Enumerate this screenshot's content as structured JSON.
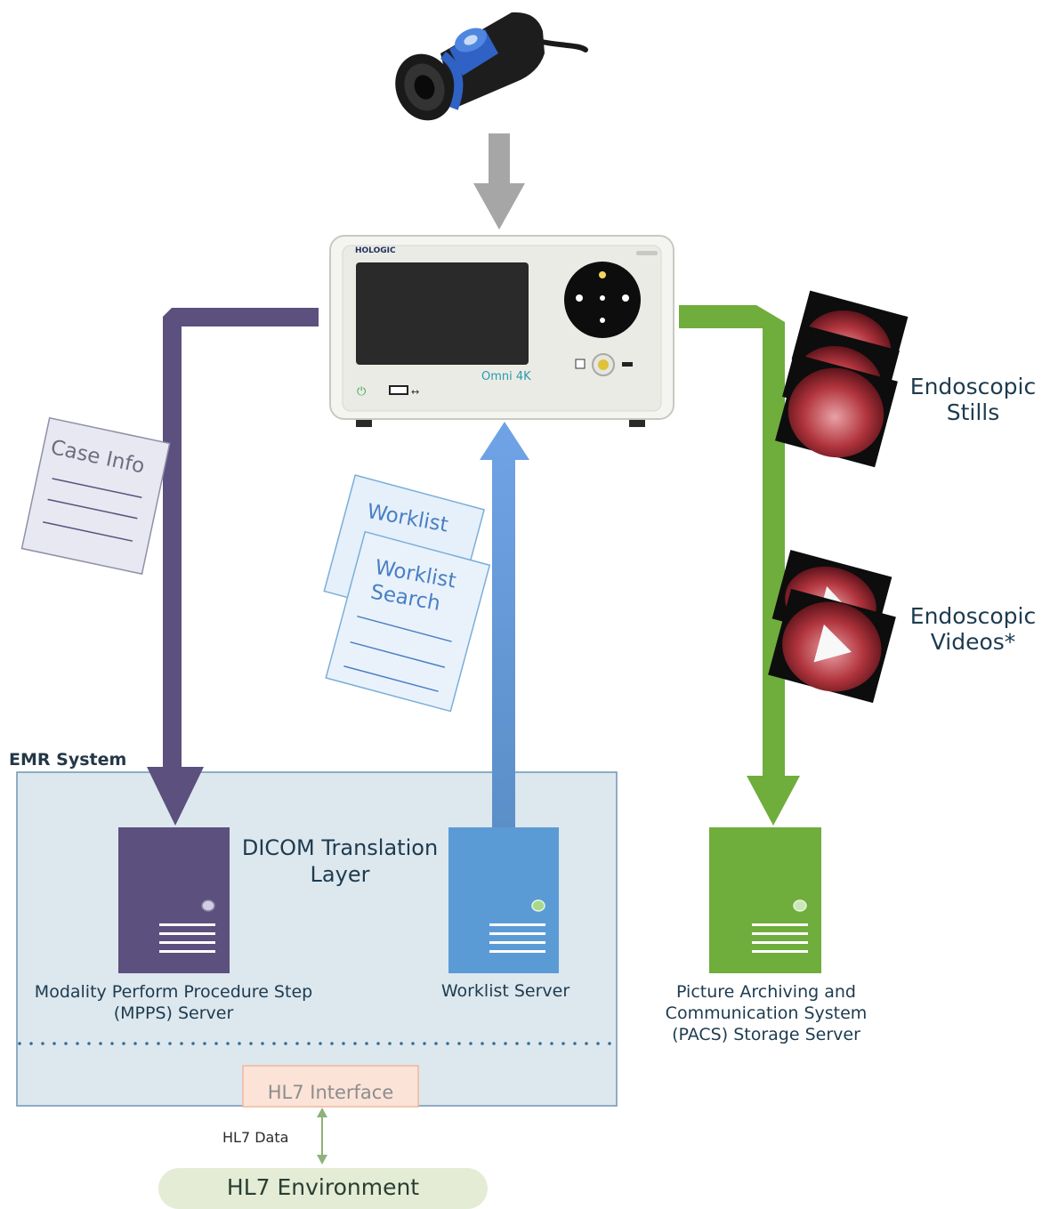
{
  "emr_system": {
    "label": "EMR System"
  },
  "dicom_layer": {
    "label": "DICOM Translation Layer"
  },
  "servers": {
    "mpps": {
      "label": "Modality Perform Procedure Step (MPPS) Server",
      "color": "#5c507e"
    },
    "worklist": {
      "label": "Worklist Server",
      "color": "#5b9bd5"
    },
    "pacs": {
      "label": "Picture Archiving and Communication System (PACS) Storage Server",
      "color": "#6fad3c"
    }
  },
  "hl7": {
    "interface_label": "HL7 Interface",
    "data_label": "HL7 Data",
    "environment_label": "HL7 Environment"
  },
  "documents": {
    "case_info": "Case Info",
    "worklist": "Worklist",
    "worklist_search": "Worklist Search"
  },
  "media": {
    "stills_label": "Endoscopic Stills",
    "videos_label": "Endoscopic Videos*"
  },
  "device": {
    "brand": "HOLOGIC",
    "model": "Omni 4K"
  },
  "colors": {
    "purple_flow": "#5c507e",
    "blue_flow": "#5b9bd5",
    "green_flow": "#6fad3c",
    "camera_flow": "#a6a6a6",
    "emr_box": "#dde7ee",
    "hl7_interface_fill": "#fbe3d8",
    "hl7_env_fill": "#e4ecd6"
  }
}
